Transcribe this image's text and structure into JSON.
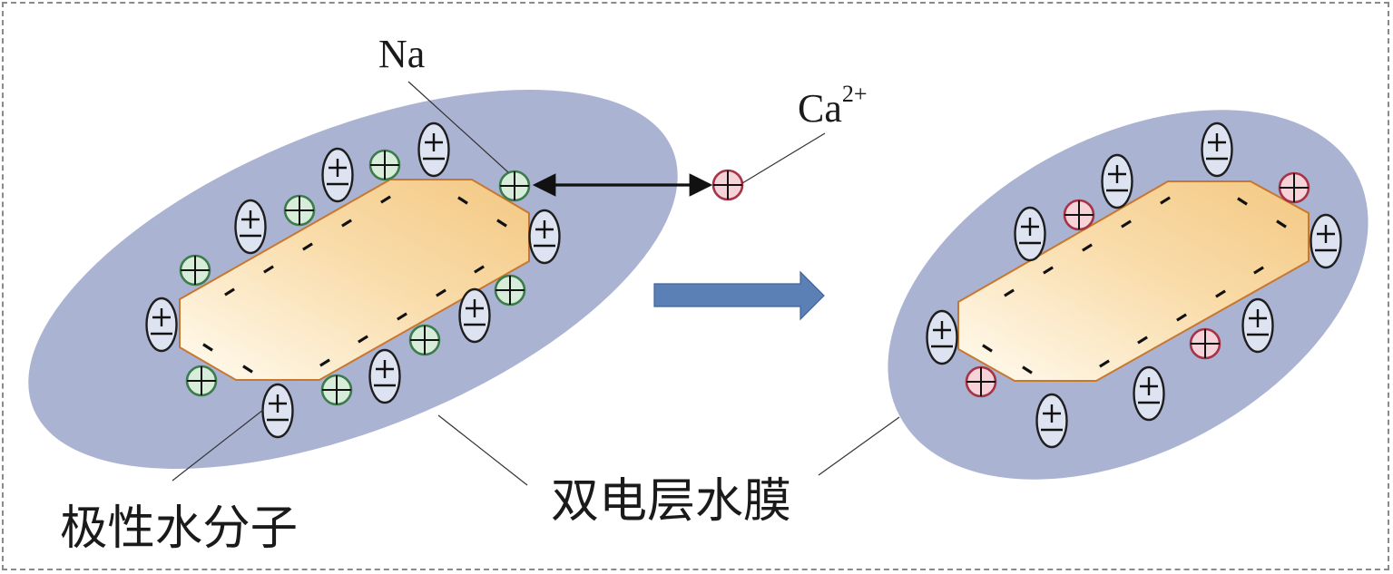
{
  "figure": {
    "title": "Cation exchange in the electric double-layer water film of a clay particle",
    "colors": {
      "hydration_shell": "#abb3d3",
      "crystal_light": "#fffbf0",
      "crystal_dark": "#f3c883",
      "crystal_stroke": "#c8782e",
      "water_fill": "#dde3f0",
      "water_stroke": "#1e1e1e",
      "na_fill": "#d7ecd9",
      "na_stroke": "#3c7b4c",
      "ca_fill": "#f6d2d9",
      "ca_stroke": "#a53346",
      "process_arrow": "#5b80b6",
      "process_arrow_stroke": "#41649a",
      "frame": "#8a8a8a"
    },
    "labels": {
      "na": "Na",
      "ca": "Ca",
      "ca_charge": "2+",
      "polar_water": "极性水分子",
      "double_layer": "双电层水膜"
    },
    "symbols": {
      "water_molecule": "dipole (+/−)",
      "cation": "+",
      "surface_charge": "−"
    },
    "panels": [
      {
        "id": "before",
        "cation": "Na+",
        "water_molecule_count": 8,
        "cation_count": 8,
        "surface_negative_charge_count": 14
      },
      {
        "id": "after",
        "cation": "Ca2+",
        "water_molecule_count": 8,
        "cation_count": 4,
        "surface_negative_charge_count": 14
      }
    ],
    "exchange_arrow": "Na ↔ Ca2+",
    "process_arrow": "before → after"
  }
}
